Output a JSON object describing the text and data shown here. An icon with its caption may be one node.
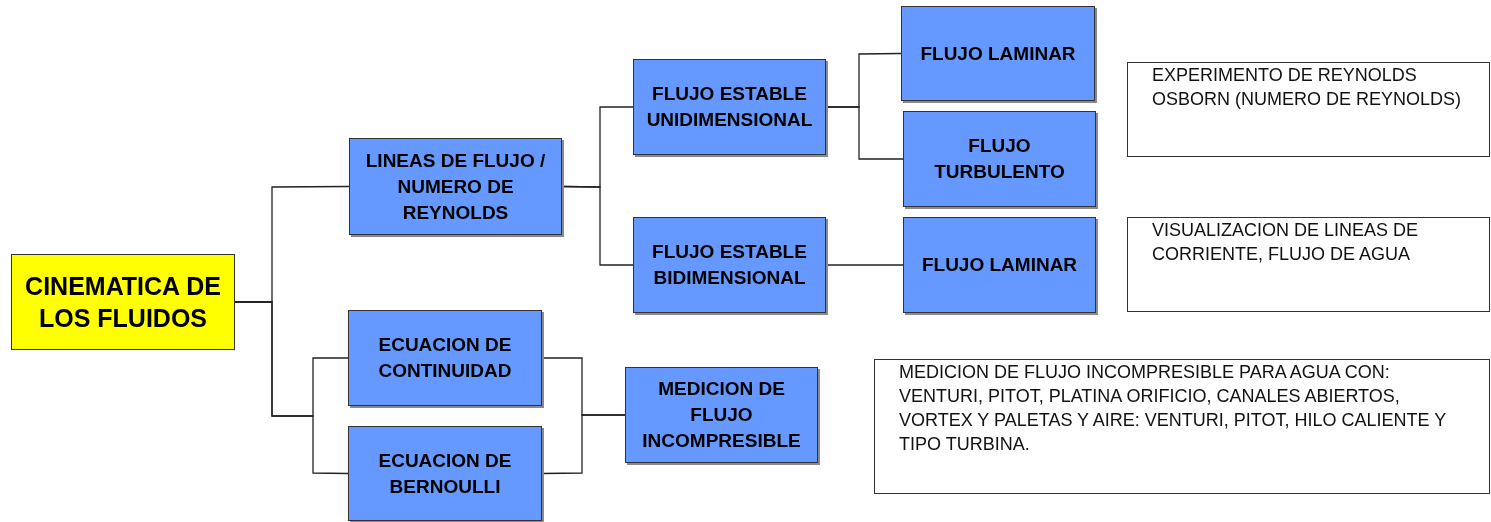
{
  "diagram": {
    "nodes": [
      {
        "text": [
          "CINEMATICA DE LOS FLUIDOS"
        ]
      },
      {
        "text": [
          "LINEAS DE FLUJO / NUMERO DE REYNOLDS"
        ]
      },
      {
        "text": [
          "ECUACION DE CONTINUIDAD"
        ]
      },
      {
        "text": [
          "ECUACION DE BERNOULLI"
        ]
      },
      {
        "text": [
          "FLUJO ESTABLE UNIDIMENSIONAL"
        ]
      },
      {
        "text": [
          "FLUJO ESTABLE BIDIMENSIONAL"
        ]
      },
      {
        "text": [
          "FLUJO LAMINAR"
        ]
      },
      {
        "text": [
          "FLUJO TURBULENTO"
        ]
      },
      {
        "text": [
          "FLUJO LAMINAR"
        ]
      },
      {
        "text": [
          "EXPERIMENTO DE REYNOLDS OSBORN (NUMERO DE REYNOLDS)"
        ]
      },
      {
        "text": [
          "VISUALIZACION DE LINEAS DE CORRIENTE, FLUJO DE AGUA"
        ]
      },
      {
        "text": [
          "MEDICION DE FLUJO INCOMPRESIBLE"
        ]
      },
      {
        "text": [
          "MEDICION DE FLUJO INCOMPRESIBLE PARA  AGUA CON: VENTURI, PITOT, PLATINA ORIFICIO, CANALES ABIERTOS, VORTEX Y PALETAS Y AIRE: VENTURI, PITOT, HILO CALIENTE Y TIPO TURBINA."
        ]
      }
    ],
    "edges": [
      {
        "from": 0,
        "to": 1,
        "arrow": "none"
      },
      {
        "from": 0,
        "to": 2,
        "arrow": "none"
      },
      {
        "from": 0,
        "to": 3,
        "arrow": "none"
      },
      {
        "from": 1,
        "to": 4,
        "arrow": "none"
      },
      {
        "from": 1,
        "to": 5,
        "arrow": "none"
      },
      {
        "from": 4,
        "to": 6,
        "arrow": "none"
      },
      {
        "from": 4,
        "to": 7,
        "arrow": "none"
      },
      {
        "from": 5,
        "to": 8,
        "arrow": "none"
      },
      {
        "from": 2,
        "to": 11,
        "arrow": "none"
      },
      {
        "from": 3,
        "to": 11,
        "arrow": "none"
      }
    ]
  }
}
